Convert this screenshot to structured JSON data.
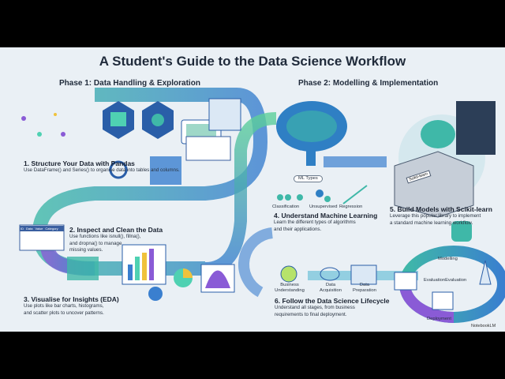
{
  "title": "A Student's Guide to the Data Science Workflow",
  "phase1": "Phase 1: Data Handling & Exploration",
  "phase2": "Phase 2: Modelling & Implementation",
  "steps": [
    {
      "title": "1. Structure Your Data with Pandas",
      "desc": [
        "Use DataFrame() and Series() to organise data into tables and columns."
      ]
    },
    {
      "title": "2. Inspect and Clean the Data",
      "desc": [
        "Use functions like isnull(), fillna(),",
        "and dropna() to manage",
        "missing values."
      ]
    },
    {
      "title": "3. Visualise for Insights (EDA)",
      "desc": [
        "Use plots like bar charts, histograms,",
        "and scatter plots to uncover patterns."
      ]
    },
    {
      "title": "4. Understand Machine Learning",
      "desc": [
        "Learn the different types of algorithms",
        "and their applications."
      ]
    },
    {
      "title": "5. Build Models with Scikit-learn",
      "desc": [
        "Leverage this popular library to implement",
        "a standard machine learning workflow."
      ]
    },
    {
      "title": "6. Follow the Data Science Lifecycle",
      "desc": [
        "Understand all stages, from business",
        "requirements to final deployment."
      ]
    }
  ],
  "ml_types": {
    "header": "ML Types",
    "items": [
      "Classification",
      "Unsupervised",
      "Regression"
    ]
  },
  "table_headers": [
    "ID",
    "Data",
    "Value",
    "Category"
  ],
  "sklearn_label": "Scikit-learn",
  "lifecycle": {
    "stages": [
      [
        "Business",
        "Understanding"
      ],
      [
        "Data",
        "Acquisition"
      ],
      [
        "Data",
        "Preparation"
      ]
    ],
    "modelling": "Modelling",
    "evaluation": "EvaluationEvaluation",
    "deployment": "Deployment"
  },
  "watermark": "NotebookLM",
  "colors": {
    "background": "#eaf0f5",
    "path_teal": "#3fb8a8",
    "path_blue": "#3a7fcf",
    "path_purple": "#8a5bd6",
    "text": "#1f2a3a"
  }
}
